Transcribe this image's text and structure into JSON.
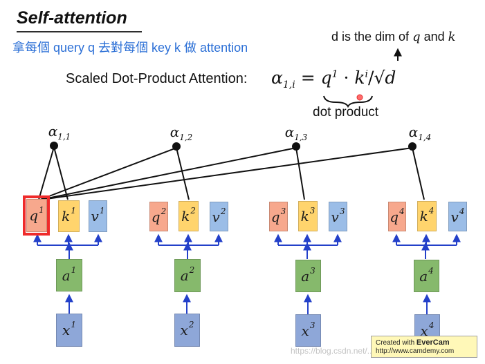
{
  "header": {
    "title": "Self-attention",
    "subtitle": "拿每個 query q 去對每個  key k 做 attention"
  },
  "formula": {
    "dim_note_prefix": "d is the dim of ",
    "dim_note_q": "q",
    "dim_note_and": " and ",
    "dim_note_k": "k",
    "label": "Scaled Dot-Product Attention:",
    "lhs": "α",
    "lhs_sub": "1,i",
    "q": "q",
    "q_sup": "1",
    "dot": "·",
    "k": "k",
    "k_sup": "i",
    "div": "/√",
    "d": "d",
    "dot_product_label": "dot product"
  },
  "alphas": [
    {
      "main": "α",
      "sub": "1,1"
    },
    {
      "main": "α",
      "sub": "1,2"
    },
    {
      "main": "α",
      "sub": "1,3"
    },
    {
      "main": "α",
      "sub": "1,4"
    }
  ],
  "blocks": [
    {
      "q": {
        "base": "q",
        "sup": "1"
      },
      "k": {
        "base": "k",
        "sup": "1"
      },
      "v": {
        "base": "v",
        "sup": "1"
      },
      "a": {
        "base": "a",
        "sup": "1"
      },
      "x": {
        "base": "x",
        "sup": "1"
      }
    },
    {
      "q": {
        "base": "q",
        "sup": "2"
      },
      "k": {
        "base": "k",
        "sup": "2"
      },
      "v": {
        "base": "v",
        "sup": "2"
      },
      "a": {
        "base": "a",
        "sup": "2"
      },
      "x": {
        "base": "x",
        "sup": "2"
      }
    },
    {
      "q": {
        "base": "q",
        "sup": "3"
      },
      "k": {
        "base": "k",
        "sup": "3"
      },
      "v": {
        "base": "v",
        "sup": "3"
      },
      "a": {
        "base": "a",
        "sup": "3"
      },
      "x": {
        "base": "x",
        "sup": "3"
      }
    },
    {
      "q": {
        "base": "q",
        "sup": "4"
      },
      "k": {
        "base": "k",
        "sup": "4"
      },
      "v": {
        "base": "v",
        "sup": "4"
      },
      "a": {
        "base": "a",
        "sup": "4"
      },
      "x": {
        "base": "x",
        "sup": "4"
      }
    }
  ],
  "watermark": {
    "badge_prefix": "Created with ",
    "badge_brand": "EverCam",
    "badge_url": "http://www.camdemy.com",
    "site": "https://blog.csdn.net/..."
  },
  "colors": {
    "query": "#f7a88d",
    "key": "#ffd46d",
    "value": "#9bbde7",
    "hidden": "#86b96c",
    "input": "#8ea7d8",
    "highlight": "#ef2b2b",
    "arrow": "#2340c9",
    "subtitle": "#2b6fd6"
  }
}
